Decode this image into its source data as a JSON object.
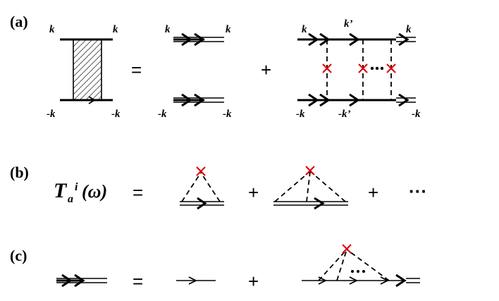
{
  "panels": {
    "a": {
      "label": "(a)",
      "momenta": {
        "k": "k",
        "neg_k": "-k",
        "k_prime": "k’",
        "neg_k_prime": "-k’"
      },
      "equals": "=",
      "plus": "+"
    },
    "b": {
      "label": "(b)",
      "lhs_T": "T",
      "lhs_sub": "a",
      "lhs_sup": "i",
      "lhs_arg": "(ω)",
      "equals": "=",
      "plus1": "+",
      "plus2": "+",
      "ellipsis": "···"
    },
    "c": {
      "label": "(c)",
      "equals": "=",
      "plus": "+"
    }
  },
  "colors": {
    "line": "#000000",
    "impurity_cross": "#e00000",
    "box_hatch": "#000000"
  }
}
